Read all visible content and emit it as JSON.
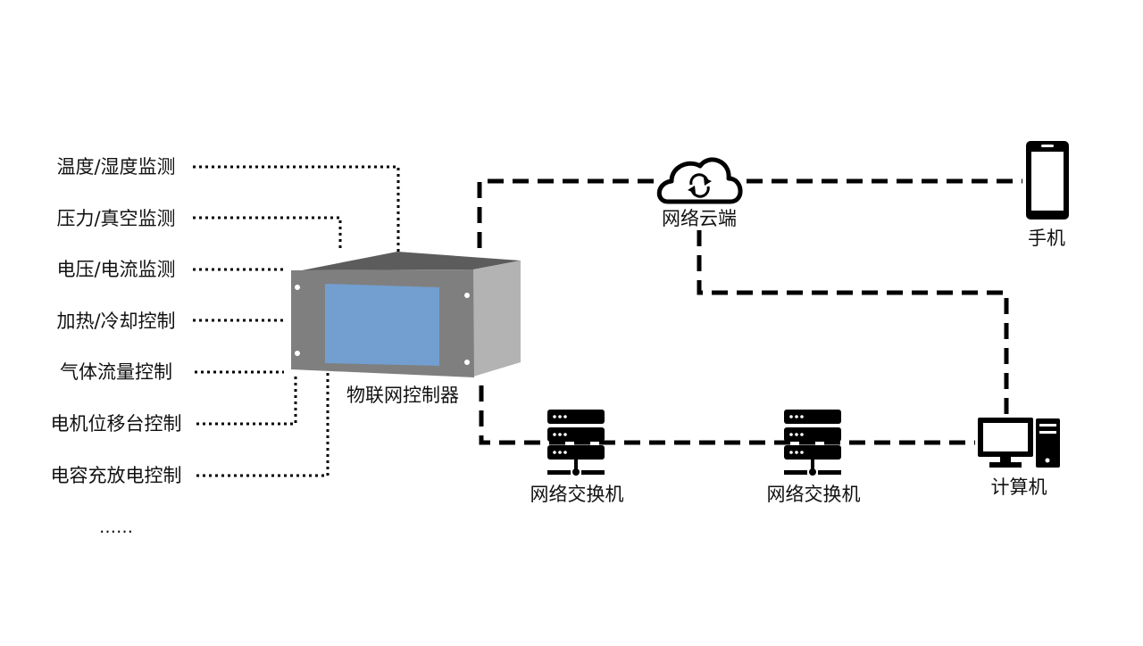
{
  "monitor_items": [
    "温度/湿度监测",
    "压力/真空监测",
    "电压/电流监测",
    "加热/冷却控制",
    "气体流量控制",
    "电机位移台控制",
    "电容充放电控制"
  ],
  "ellipsis": "……",
  "controller": {
    "label": "物联网控制器"
  },
  "cloud": {
    "label": "网络云端"
  },
  "phone": {
    "label": "手机"
  },
  "switches": [
    {
      "label": "网络交换机"
    },
    {
      "label": "网络交换机"
    }
  ],
  "computer": {
    "label": "计算机"
  },
  "colors": {
    "line": "#000000",
    "screen": "#729fcf",
    "device_front": "#7f7f7f",
    "device_top": "#5c5c5c",
    "device_side": "#b3b3b3",
    "text": "#111111"
  }
}
